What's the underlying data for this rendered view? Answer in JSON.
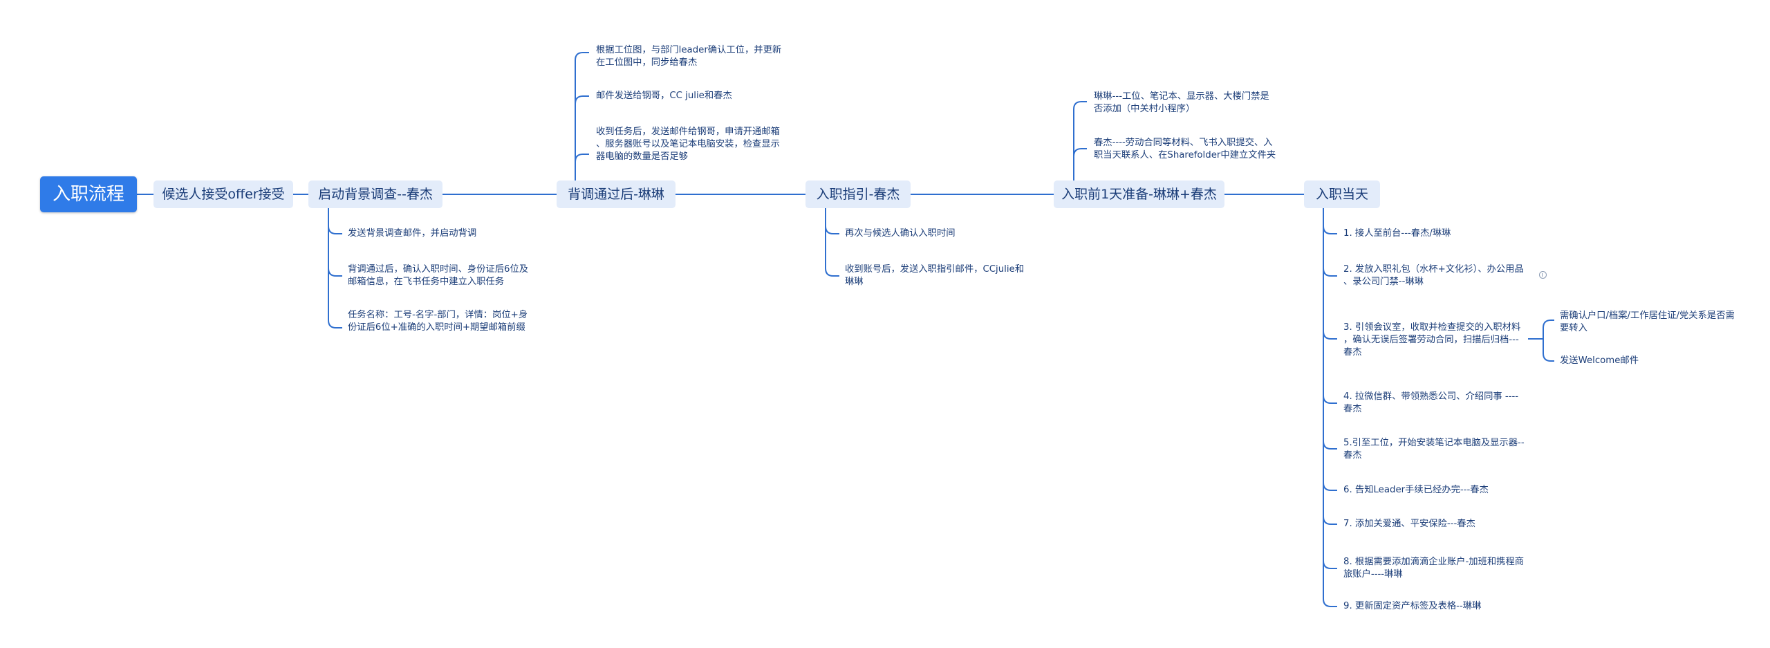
{
  "root": {
    "label": "入职流程"
  },
  "steps": [
    {
      "label": "候选人接受offer接受"
    },
    {
      "label": "启动背景调查--春杰"
    },
    {
      "label": "背调通过后-琳琳"
    },
    {
      "label": "入职指引-春杰"
    },
    {
      "label": "入职前1天准备-琳琳+春杰"
    },
    {
      "label": "入职当天"
    }
  ],
  "details": {
    "background_check": [
      "发送背景调查邮件，并启动背调",
      "背调通过后，确认入职时间、身份证后6位及\n邮箱信息，在飞书任务中建立入职任务",
      "任务名称：工号-名字-部门，详情：岗位+身\n份证后6位+准确的入职时间+期望邮箱前缀"
    ],
    "after_check": [
      "根据工位图，与部门leader确认工位，并更新\n在工位图中，同步给春杰",
      "邮件发送给钢哥，CC julie和春杰",
      "收到任务后，发送邮件给钢哥，申请开通邮箱\n、服务器账号以及笔记本电脑安装，检查显示\n器电脑的数量是否足够"
    ],
    "guide": [
      "再次与候选人确认入职时间",
      "收到账号后，发送入职指引邮件，CCjulie和\n琳琳"
    ],
    "day_before": [
      "琳琳---工位、笔记本、显示器、大楼门禁是\n否添加（中关村小程序）",
      "春杰----劳动合同等材料、飞书入职提交、入\n职当天联系人、在Sharefolder中建立文件夹"
    ],
    "day_one": [
      "1. 接人至前台---春杰/琳琳",
      "2. 发放入职礼包（水杯+文化衫）、办公用品\n、录公司门禁--琳琳",
      "3. 引领会议室，收取并检查提交的入职材料\n，确认无误后签署劳动合同，扫描后归档---\n春杰",
      "4. 拉微信群、带领熟悉公司、介绍同事 ----\n春杰",
      "5.引至工位，开始安装笔记本电脑及显示器--\n春杰",
      "6. 告知Leader手续已经办完---春杰",
      "7. 添加关爱通、平安保险---春杰",
      "8. 根据需要添加滴滴企业账户-加班和携程商\n旅账户----琳琳",
      "9. 更新固定资产标签及表格--琳琳"
    ],
    "day_one_sub": [
      "需确认户口/档案/工作居住证/党关系是否需\n要转入",
      "发送Welcome邮件"
    ]
  },
  "colors": {
    "line": "#2f6fcf",
    "root_bg": "#2f7be8",
    "node_bg": "#e3ecfa",
    "text": "#1b3d78"
  }
}
